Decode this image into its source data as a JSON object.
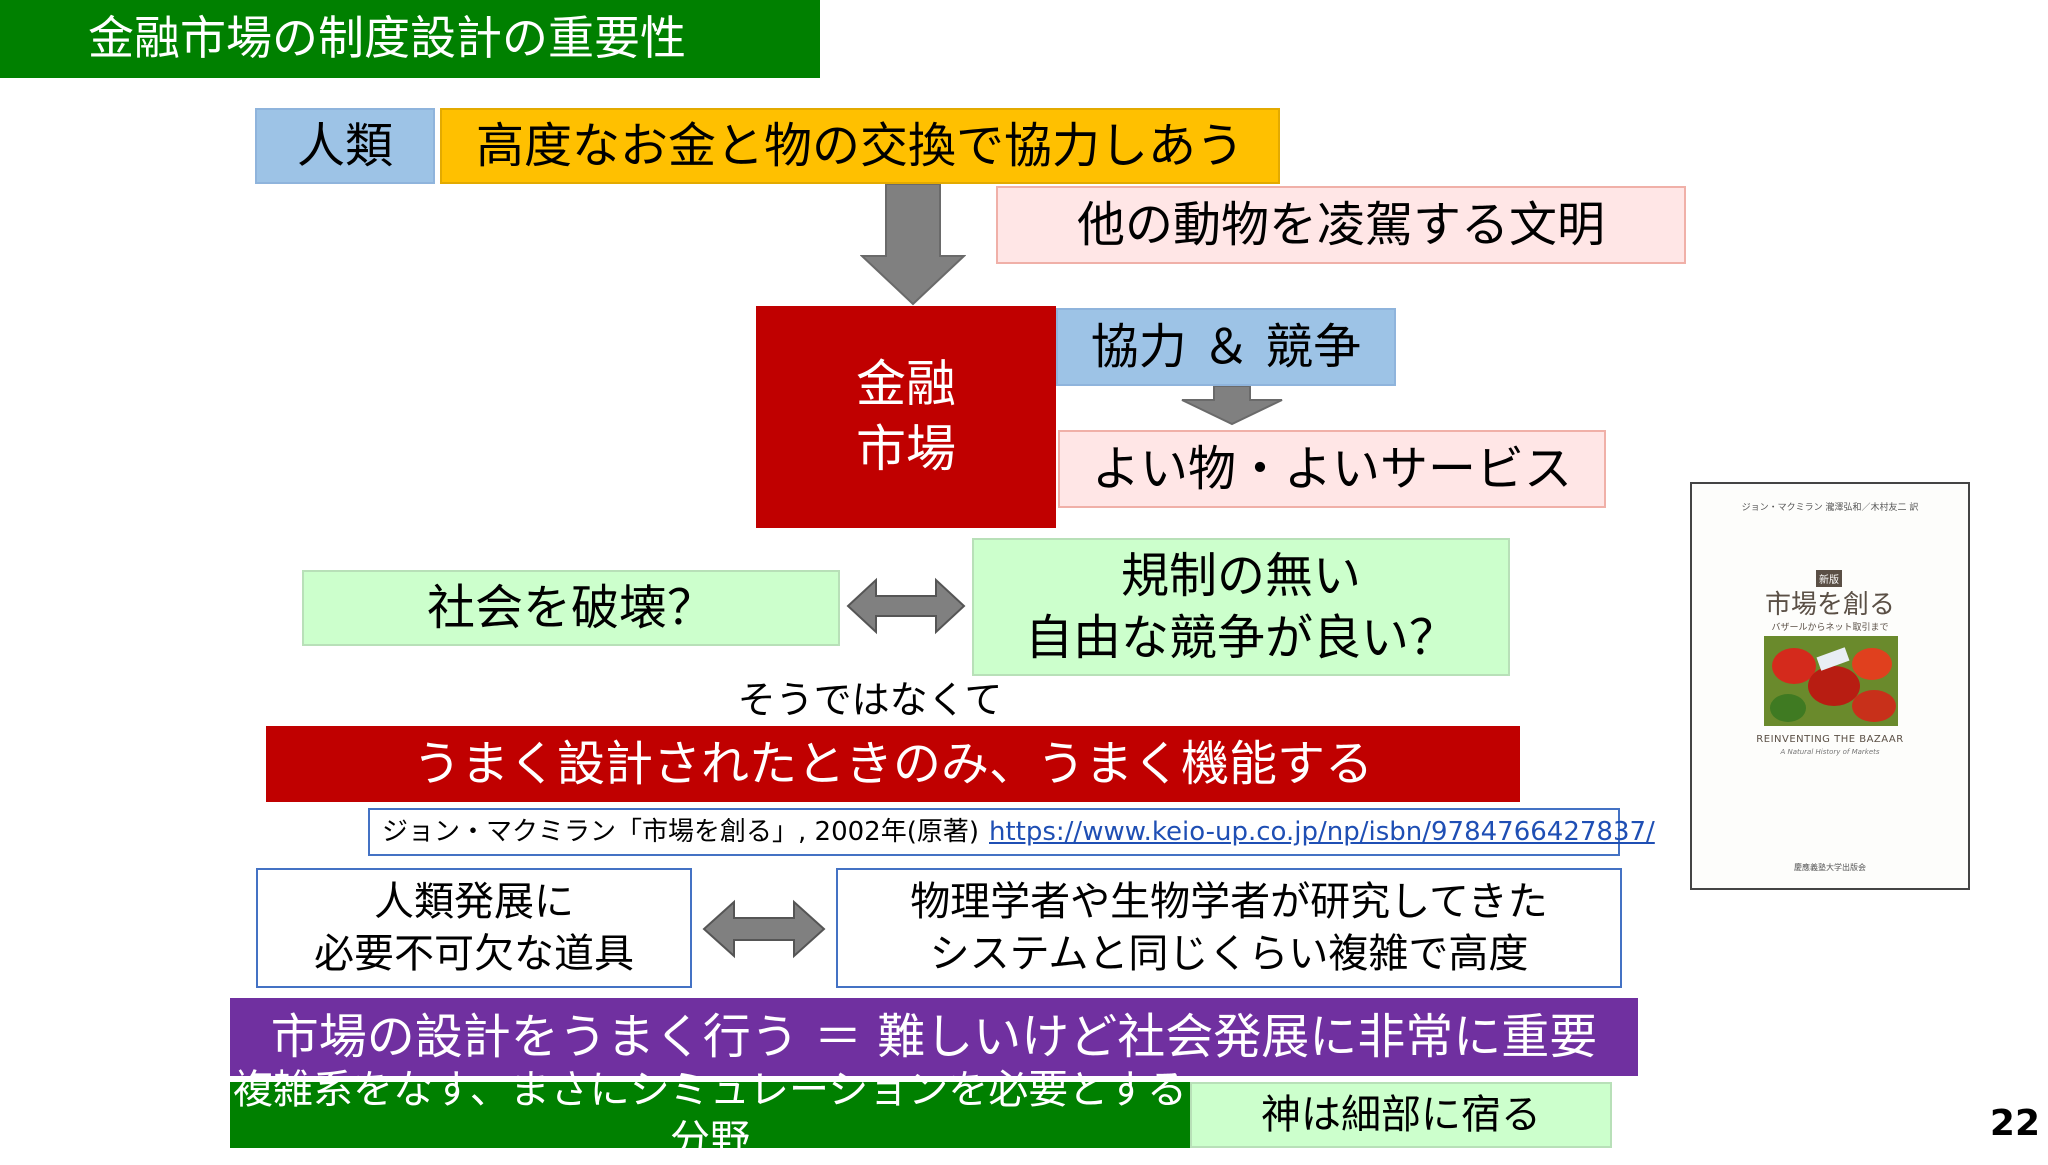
{
  "slide": {
    "title": "金融市場の制度設計の重要性",
    "page_number": "22"
  },
  "row1": {
    "humankind": "人類",
    "exchange": "高度なお金と物の交換で協力しあう"
  },
  "civilization": "他の動物を凌駕する文明",
  "financial_market": {
    "line1": "金融",
    "line2": "市場"
  },
  "cooperation_competition": "協力 ＆ 競争",
  "good_goods": "よい物・よいサービス",
  "destroy_society": "社会を破壊？",
  "free_competition": {
    "line1": "規制の無い",
    "line2": "自由な競争が良い？"
  },
  "not_so": "そうではなくて",
  "works_when_designed": "うまく設計されたときのみ、うまく機能する",
  "reference": {
    "text": "ジョン・マクミラン「市場を創る」, 2002年(原著)",
    "url": "https://www.keio-up.co.jp/np/isbn/9784766427837/"
  },
  "tool": {
    "line1": "人類発展に",
    "line2": "必要不可欠な道具"
  },
  "complexity": {
    "line1": "物理学者や生物学者が研究してきた",
    "line2": "システムと同じくらい複雑で高度"
  },
  "market_design": "市場の設計をうまく行う ＝ 難しいけど社会発展に非常に重要",
  "simulation": "複雑系をなす、まさにシミュレーションを必要とする分野",
  "god_in_details": "神は細部に宿る",
  "book": {
    "author": "ジョン・マクミラン",
    "translators": "瀧澤弘和／木村友二 訳",
    "edition": "新版",
    "title": "市場を創る",
    "subtitle": "バザールからネット取引まで",
    "en_title": "REINVENTING THE BAZAAR",
    "en_subtitle": "A Natural History of Markets",
    "publisher": "慶應義塾大学出版会"
  },
  "colors": {
    "title_green": "#008000",
    "blue_box": "#9dc3e6",
    "orange_box": "#ffc000",
    "pink_box": "#ffe6e6",
    "red_box": "#c00000",
    "light_green_box": "#ccffcc",
    "purple_box": "#7030a0",
    "gray_arrow": "#808080"
  }
}
